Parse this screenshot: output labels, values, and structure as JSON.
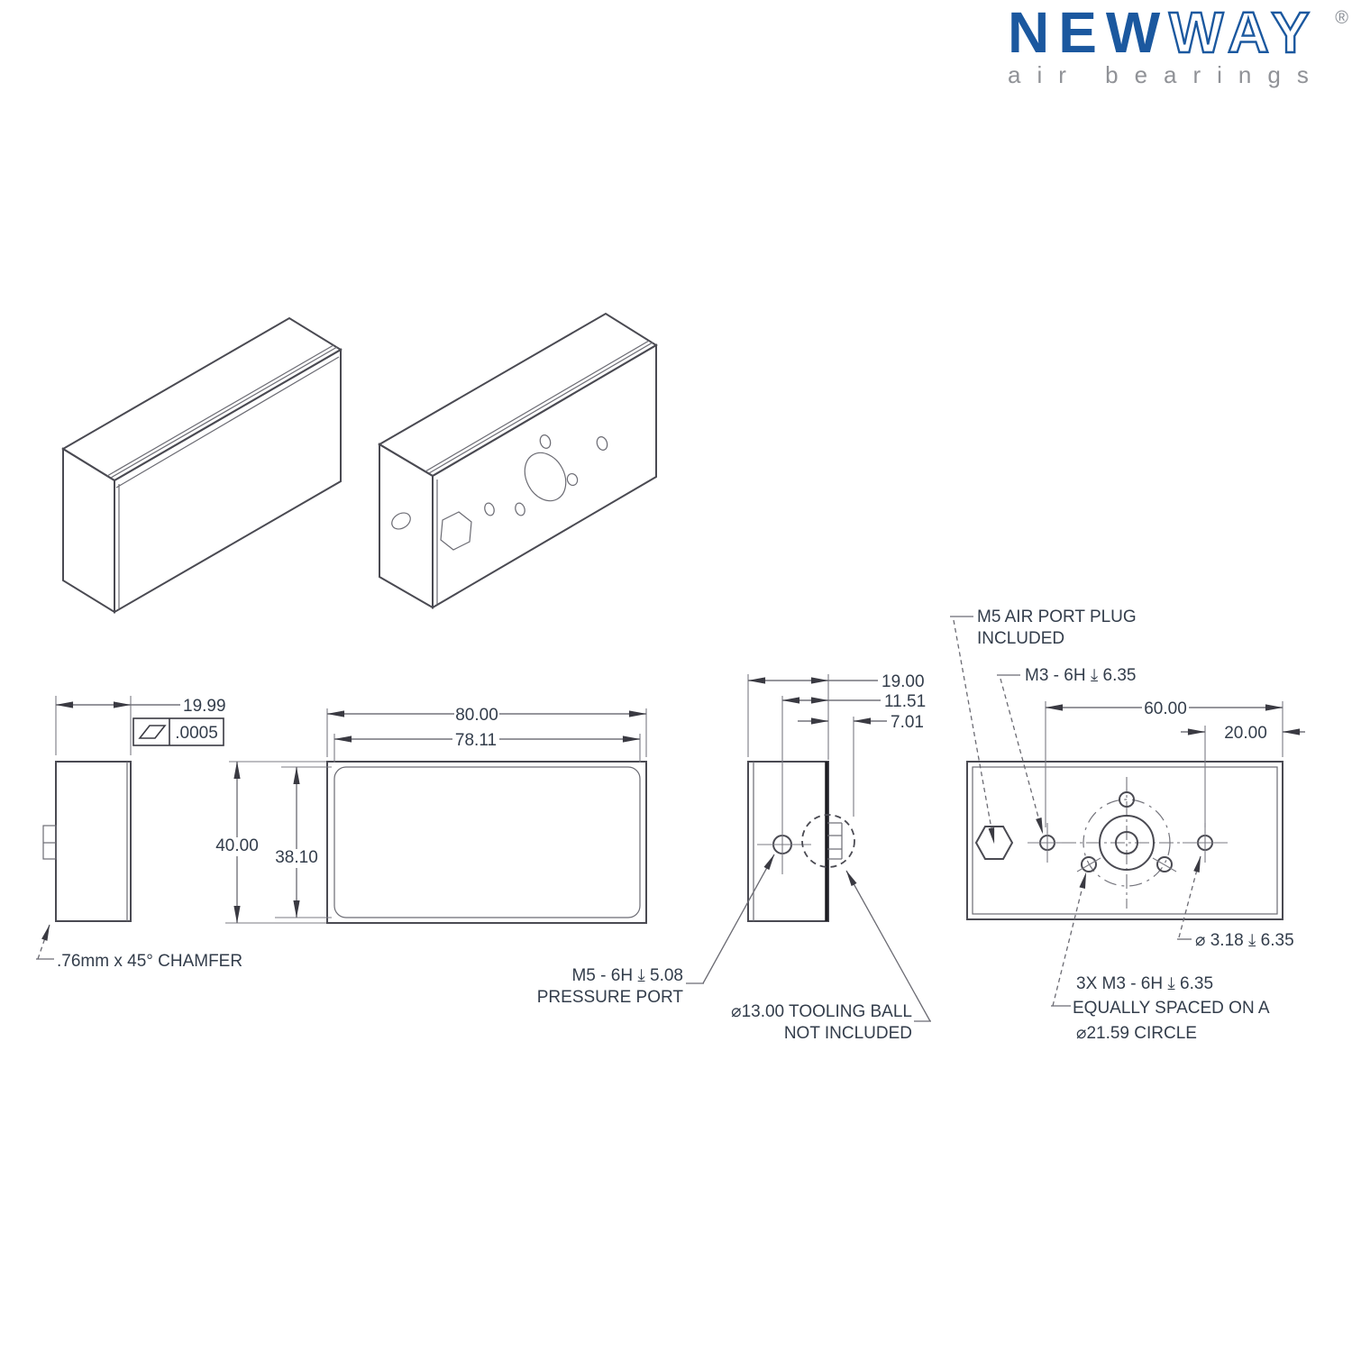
{
  "colors": {
    "logo_blue": "#1b589f",
    "logo_gray": "#909297",
    "drawing_line": "#4a4a52",
    "dimension_line": "#73737b",
    "text": "#333d4b",
    "dark_edge": "#1b1b20",
    "background": "#ffffff"
  },
  "logo": {
    "brand_bold": "NEW",
    "brand_outline": "WAY",
    "registered_mark": "®",
    "tagline": "air bearings"
  },
  "drawing": {
    "left_view": {
      "width_dim": "19.99",
      "flatness_symbol_icon": "flatness-parallelogram",
      "flatness_tolerance": ".0005",
      "chamfer_note": ".76mm x 45° CHAMFER"
    },
    "front_view": {
      "overall_width": "80.00",
      "face_width": "78.11",
      "overall_height": "40.00",
      "face_height": "38.10"
    },
    "side_view": {
      "overall_depth": "19.00",
      "port_to_back": "11.51",
      "ball_protrusion": "7.01",
      "pressure_port_note_line1": "M5 - 6H ⤓ 5.08",
      "pressure_port_note_line2": "PRESSURE PORT",
      "tooling_ball_note_line1": "⌀13.00 TOOLING BALL",
      "tooling_ball_note_line2": "NOT INCLUDED"
    },
    "back_view": {
      "hole_to_edge": "60.00",
      "pin_to_edge": "20.00",
      "air_plug_note_line1": "M5 AIR PORT PLUG",
      "air_plug_note_line2": "INCLUDED",
      "m3_tap_note": "M3 - 6H ⤓ 6.35",
      "pin_hole_note": "⌀ 3.18 ⤓ 6.35",
      "bolt_circle_note_line1": "3X M3 - 6H ⤓ 6.35",
      "bolt_circle_note_line2": "EQUALLY SPACED ON A",
      "bolt_circle_note_line3": "⌀21.59 CIRCLE"
    }
  }
}
